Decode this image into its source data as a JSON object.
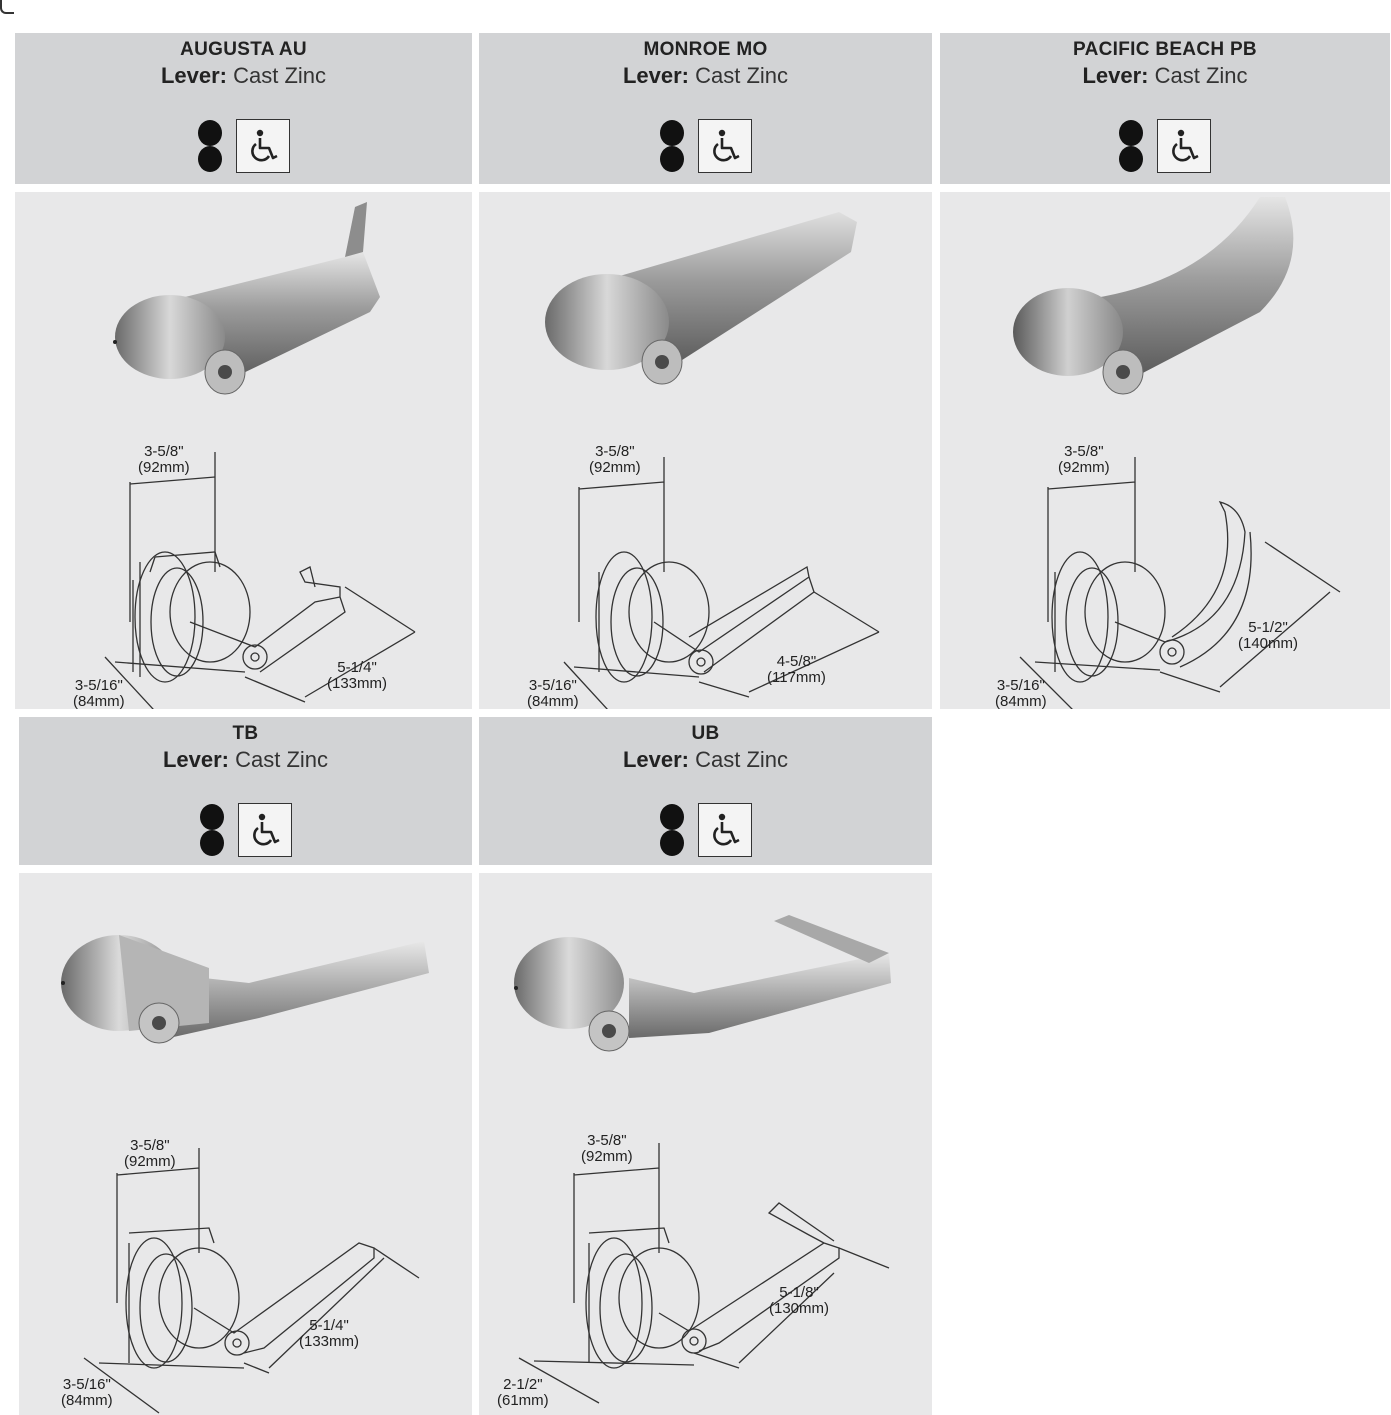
{
  "levers": [
    {
      "id": "au",
      "name": "AUGUSTA AU",
      "material_label": "Lever:",
      "material": "Cast Zinc",
      "icons": [
        "figure-8-icon",
        "accessible-icon"
      ],
      "dims": {
        "top": "3-5/8\"",
        "top_mm": "(92mm)",
        "length": "5-1/4\"",
        "length_mm": "(133mm)",
        "base": "3-5/16\"",
        "base_mm": "(84mm)"
      }
    },
    {
      "id": "mo",
      "name": "MONROE MO",
      "material_label": "Lever:",
      "material": "Cast Zinc",
      "icons": [
        "figure-8-icon",
        "accessible-icon"
      ],
      "dims": {
        "top": "3-5/8\"",
        "top_mm": "(92mm)",
        "length": "4-5/8\"",
        "length_mm": "(117mm)",
        "base": "3-5/16\"",
        "base_mm": "(84mm)"
      }
    },
    {
      "id": "pb",
      "name": "PACIFIC BEACH PB",
      "material_label": "Lever:",
      "material": "Cast Zinc",
      "icons": [
        "figure-8-icon",
        "accessible-icon"
      ],
      "dims": {
        "top": "3-5/8\"",
        "top_mm": "(92mm)",
        "length": "5-1/2\"",
        "length_mm": "(140mm)",
        "base": "3-5/16\"",
        "base_mm": "(84mm)"
      }
    },
    {
      "id": "tb",
      "name": "TB",
      "material_label": "Lever:",
      "material": "Cast Zinc",
      "icons": [
        "figure-8-icon",
        "accessible-icon"
      ],
      "dims": {
        "top": "3-5/8\"",
        "top_mm": "(92mm)",
        "length": "5-1/4\"",
        "length_mm": "(133mm)",
        "base": "3-5/16\"",
        "base_mm": "(84mm)"
      }
    },
    {
      "id": "ub",
      "name": "UB",
      "material_label": "Lever:",
      "material": "Cast Zinc",
      "icons": [
        "figure-8-icon",
        "accessible-icon"
      ],
      "dims": {
        "top": "3-5/8\"",
        "top_mm": "(92mm)",
        "length": "5-1/8\"",
        "length_mm": "(130mm)",
        "base": "2-1/2\"",
        "base_mm": "(61mm)"
      }
    }
  ]
}
